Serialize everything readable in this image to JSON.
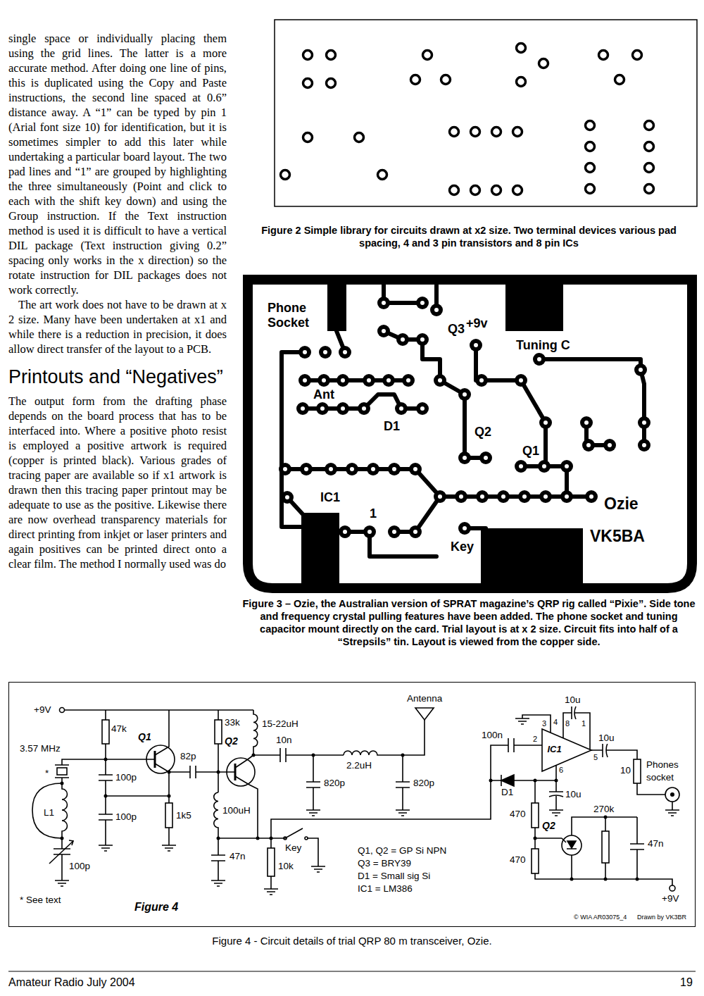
{
  "diagram": {
    "title": "Printouts and “Negatives”",
    "caption": "Figure 4 - Circuit details of trial QRP 80 m transceiver, Ozie.",
    "nodes": [
      {
        "text": [
          "Figure 4"
        ]
      },
      {
        "text": [
          "IC1"
        ],
        "in": 0
      }
    ],
    "labels": [
      "single space or individually placing them using the grid lines. The latter is a more accurate method. After doing one line of pins, this is duplicated using the Copy and Paste instructions, the second line spaced at 0.6” distance away. A “1” can be typed by pin 1 (Arial font size 10) for identification, but it is sometimes simpler to add this later while undertaking a particular board layout. The two pad lines and “1” are grouped by highlighting the three simultaneously (Point and click to each with the shift key down) and using the Group instruction. If the Text instruction method is used it is difficult to have a vertical DIL package (Text instruction giving 0.2” spacing only works in the x direction) so the rotate instruction for DIL packages does not work correctly.",
      "The art work does not have to be drawn at x 2 size. Many have been undertaken at x1 and while there is a reduction in precision, it does allow direct transfer of the layout to a PCB.",
      "The output form from the drafting phase depends on the board process that has to be interfaced into. Where a positive photo resist is employed a positive artwork is required (copper is printed black). Various grades of tracing paper are available so if x1 artwork is drawn then this tracing paper printout may be adequate to use as the positive. Likewise there are now overhead transparency materials for direct printing from inkjet or laser printers and again positives can be printed direct onto a clear film. The method I normally used was do",
      "Figure 2 Simple library for circuits drawn at x2 size. Two terminal devices various pad spacing, 4 and 3 pin transistors and 8 pin ICs",
      "Phone",
      "Socket",
      "Q3",
      "+9v",
      "Tuning C",
      "Ant",
      "D1",
      "Q2",
      "Q1",
      "IC1",
      "1",
      "Key",
      "Ozie",
      "VK5BA",
      "Figure 3 – Ozie, the Australian version of SPRAT magazine’s QRP rig called “Pixie”. Side tone and frequency crystal pulling features have been added. The phone socket and tuning capacitor mount directly on the card. Trial layout is at x 2 size. Circuit fits into half of a “Strepsils” tin. Layout is viewed from the copper side.",
      "+9V",
      "47k",
      "Q1",
      "33k",
      "Q2",
      "15-22uH",
      "10n",
      "Antenna",
      "2.2uH",
      "3.57 MHz",
      "82p",
      "100p",
      "100p",
      "1k5",
      "100uH",
      "820p",
      "820p",
      "*",
      "L1",
      "100p",
      "* See text",
      "47n",
      "10k",
      "Key",
      "Q1, Q2 = GP Si NPN",
      "Q3 = BRY39",
      "D1 = Small sig Si",
      "IC1 = LM386",
      "10u",
      "3",
      "4",
      "8",
      "1",
      "100n",
      "2",
      "10u",
      "5",
      "6",
      "10",
      "Phones",
      "socket",
      "D1",
      "10u",
      "470",
      "270k",
      "Q2",
      "47n",
      "470",
      "+9V",
      "© WIA AR03075_4",
      "Drawn by VK3BR",
      "Amateur Radio July 2004",
      "19"
    ]
  }
}
